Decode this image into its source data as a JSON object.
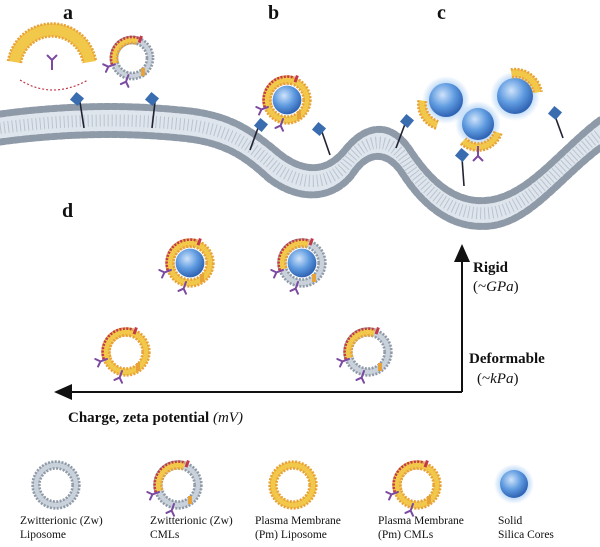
{
  "panels": {
    "a": "a",
    "b": "b",
    "c": "c",
    "d": "d"
  },
  "axes": {
    "rigid": "Rigid",
    "rigid_unit_open": "(~",
    "rigid_unit": "GPa",
    "rigid_unit_close": ")",
    "deformable": "Deformable",
    "deformable_unit_open": "(~",
    "deformable_unit": "kPa",
    "deformable_unit_close": ")",
    "charge": "Charge, zeta potential",
    "charge_unit": "(mV)"
  },
  "legend": [
    {
      "line1": "Zwitterionic (Zw)",
      "line2": "Liposome",
      "kind": "zw-liposome"
    },
    {
      "line1": "Zwitterionic (Zw)",
      "line2": "CMLs",
      "kind": "zw-cml"
    },
    {
      "line1": "Plasma Membrane",
      "line2": "(Pm) Liposome",
      "kind": "pm-liposome"
    },
    {
      "line1": "Plasma Membrane",
      "line2": "(Pm) CMLs",
      "kind": "pm-cml"
    },
    {
      "line1": "Solid",
      "line2": "Silica Cores",
      "kind": "silica"
    }
  ],
  "colors": {
    "membrane_head": "#8f9aa8",
    "membrane_tail": "#c9d1da",
    "pm_tail": "#f2c84b",
    "pm_head": "#e8a23a",
    "protein": "#7c4aa0",
    "red_head": "#c23a4a",
    "silica": "#4a86d4",
    "receptor": "#3a6cb0"
  }
}
